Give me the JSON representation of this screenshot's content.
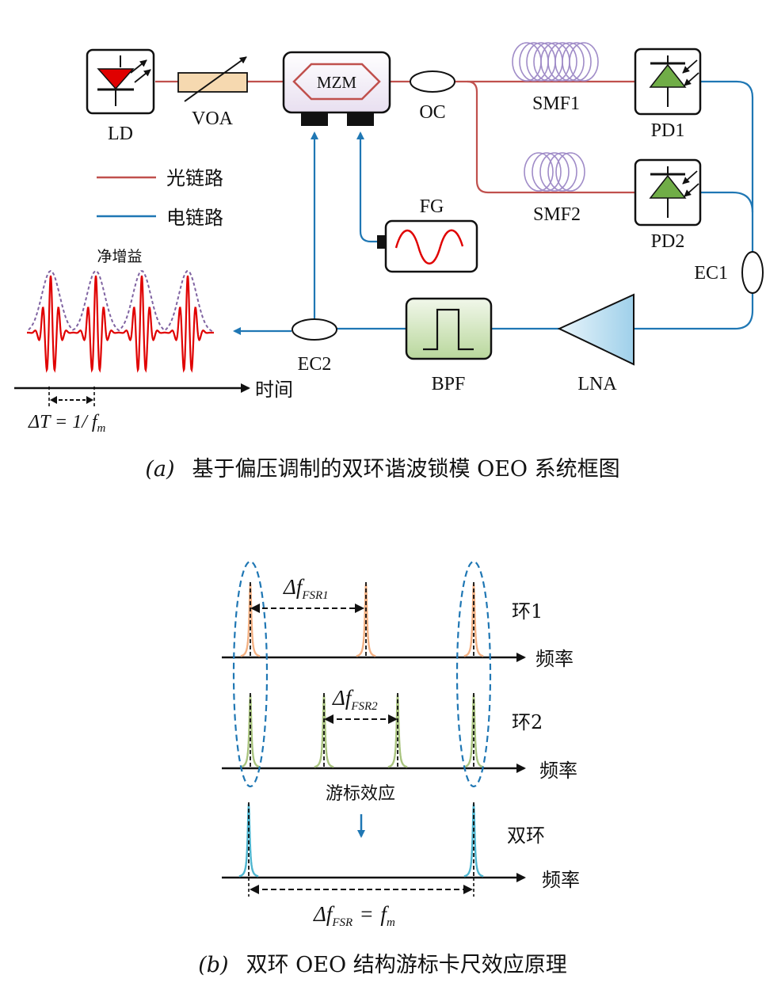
{
  "colors": {
    "optical_link": "#c0504d",
    "electrical_link": "#1f77b4",
    "loop1_peak": "#f4b183",
    "loop2_peak": "#a9c47f",
    "dual_peak": "#4fb6d0",
    "pulse": "#e00000",
    "gain_envelope": "#8064a2",
    "bpf_fill": "#d6e8c4",
    "lna_fill": "#cfe6f3",
    "mzm_fill": "#f4eef6",
    "smf_coil": "#a08cc8",
    "pd_diode": "#70ad47",
    "ld_diode": "#e00000"
  },
  "diagram_a": {
    "components": {
      "ld": "LD",
      "voa": "VOA",
      "mzm": "MZM",
      "oc": "OC",
      "smf1": "SMF1",
      "smf2": "SMF2",
      "pd1": "PD1",
      "pd2": "PD2",
      "fg": "FG",
      "ec1": "EC1",
      "ec2": "EC2",
      "bpf": "BPF",
      "lna": "LNA"
    },
    "legend": {
      "optical": "光链路",
      "electrical": "电链路"
    },
    "waveform": {
      "net_gain_label": "净增益",
      "time_axis_label": "时间",
      "period_label": "ΔT = 1/ f",
      "period_sub": "m"
    },
    "caption_label": "(a)",
    "caption": "基于偏压调制的双环谐波锁模 OEO 系统框图"
  },
  "diagram_b": {
    "loop1": {
      "label": "环1",
      "axis_label": "频率"
    },
    "loop2": {
      "label": "环2",
      "axis_label": "频率"
    },
    "dual": {
      "label": "双环",
      "axis_label": "频率"
    },
    "fsr1": {
      "main": "Δf",
      "sub": "FSR1"
    },
    "fsr2": {
      "main": "Δf",
      "sub": "FSR2"
    },
    "fsr": {
      "main": "Δf",
      "sub": "FSR",
      "eq": "=",
      "rhs": "f",
      "rhs_sub": "m"
    },
    "vernier_label": "游标效应",
    "caption_label": "(b)",
    "caption": "双环 OEO 结构游标卡尺效应原理"
  }
}
